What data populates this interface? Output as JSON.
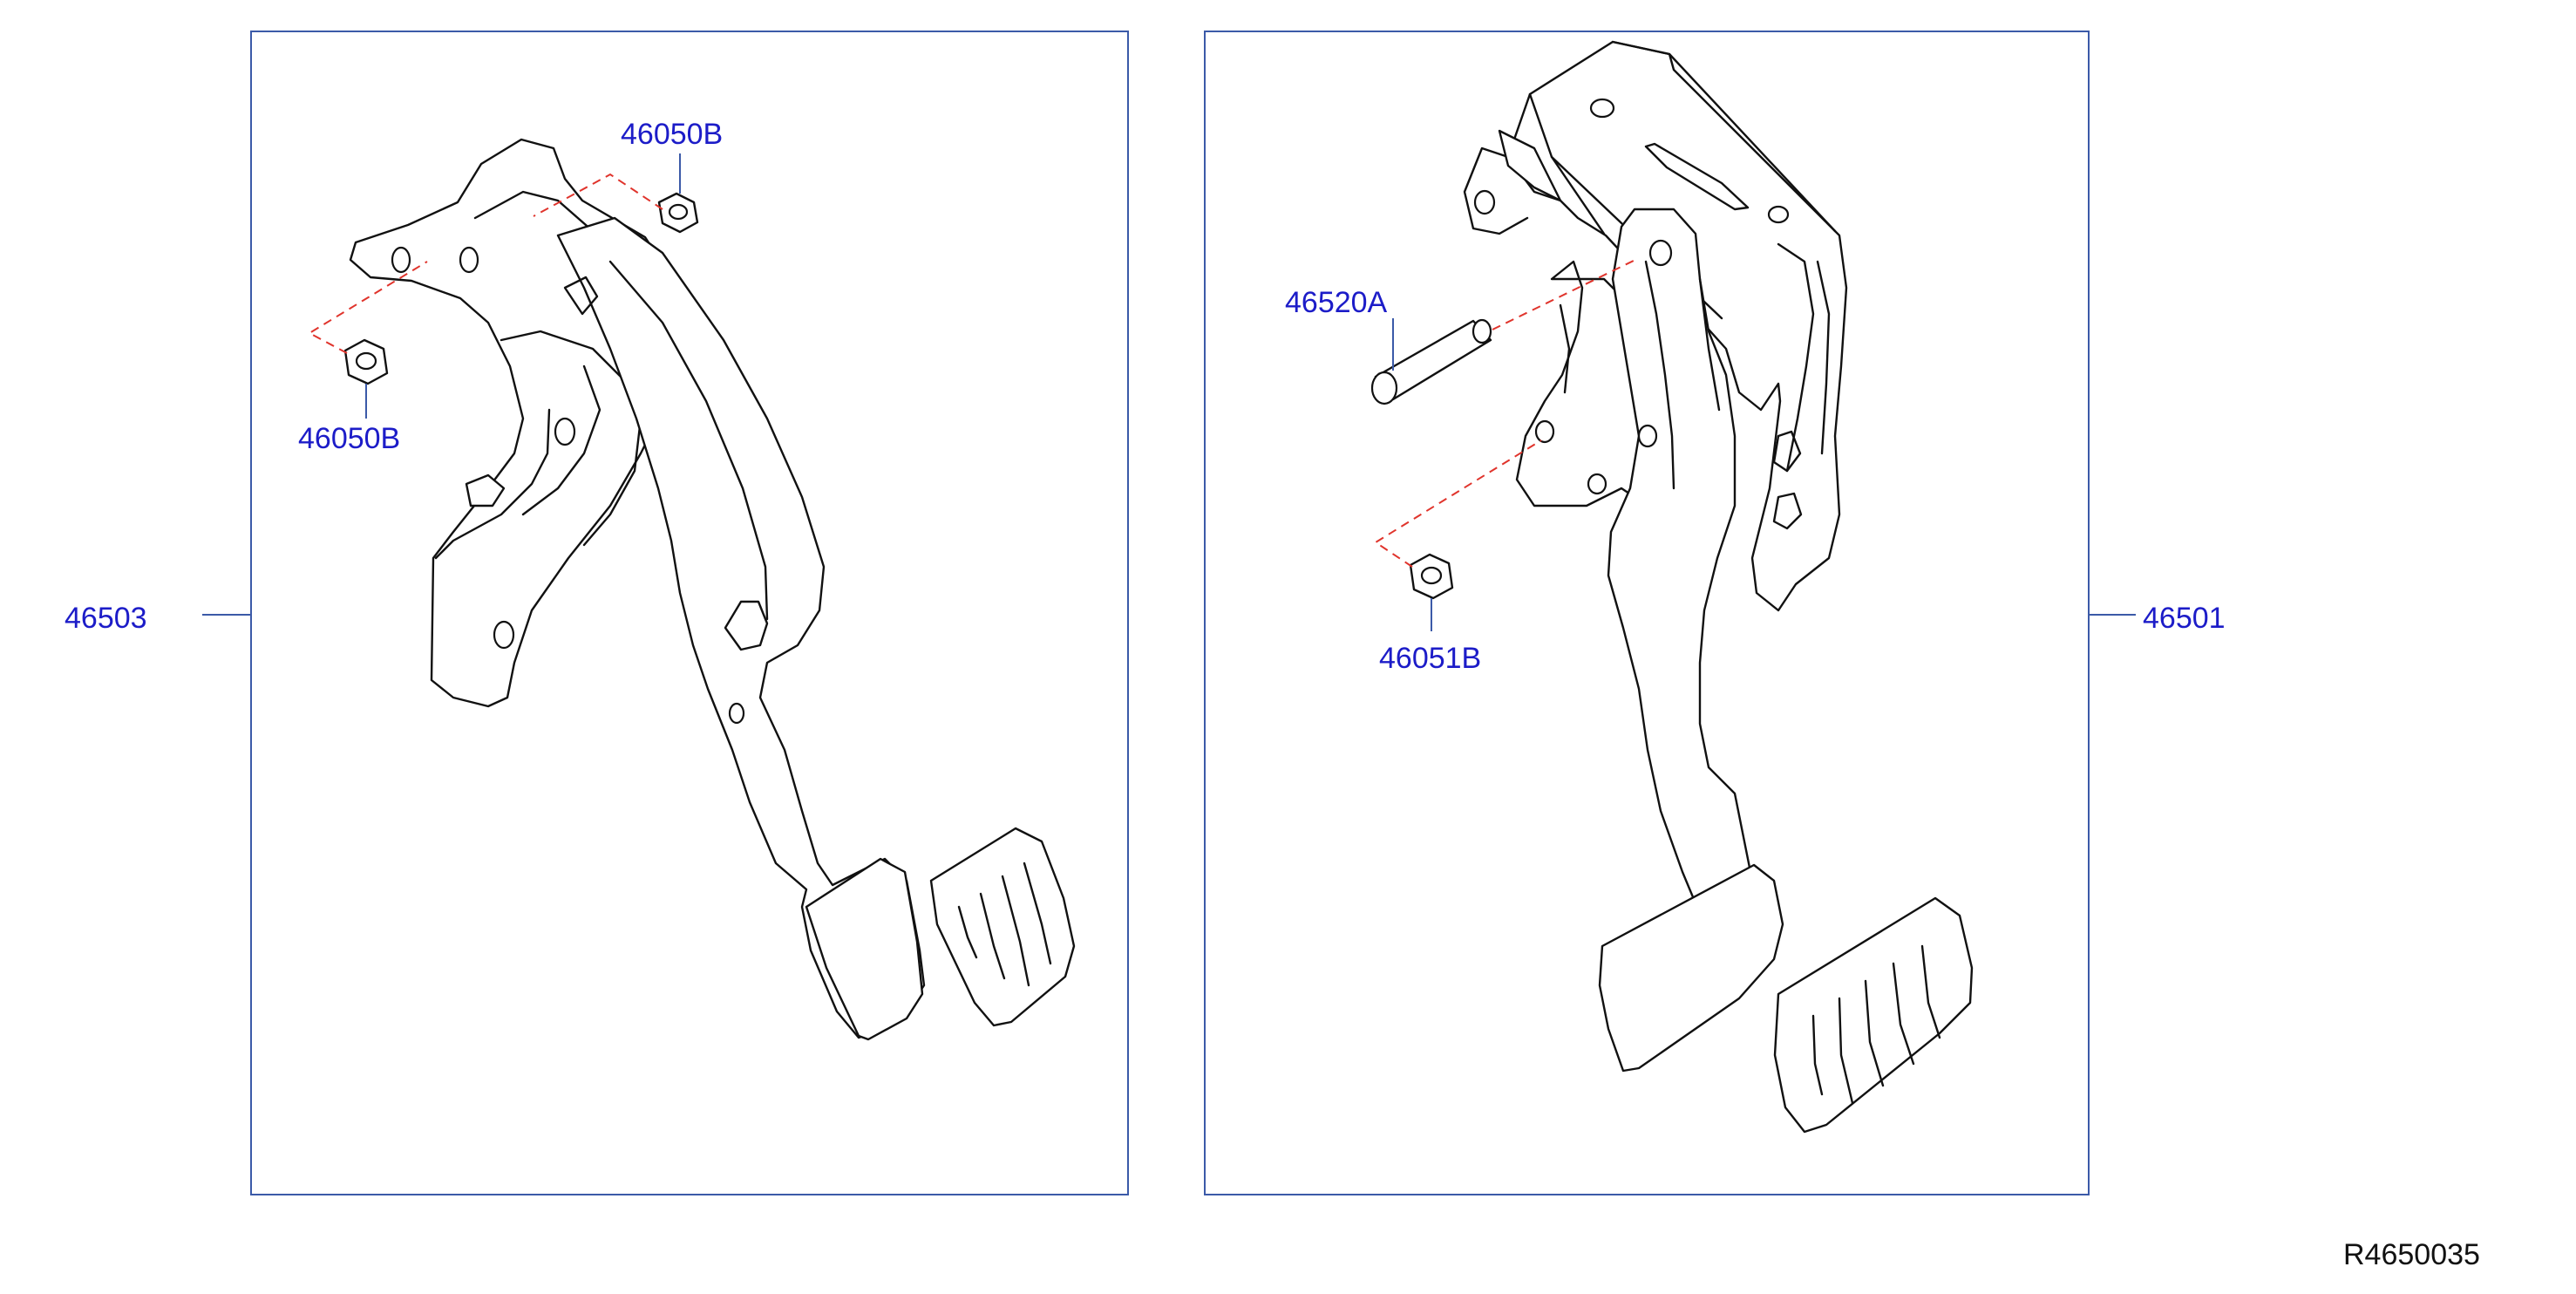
{
  "callouts": {
    "assembly_left": "46503",
    "assembly_right": "46501",
    "nut_top": "46050B",
    "nut_left": "46050B",
    "pin": "46520A",
    "nut_right": "46051B"
  },
  "reference_code": "R4650035",
  "colors": {
    "callout_text": "#1c1cc8",
    "frame_lines": "#3b5aa8",
    "dashed_guides": "#e0342c",
    "part_outline": "#111111"
  }
}
